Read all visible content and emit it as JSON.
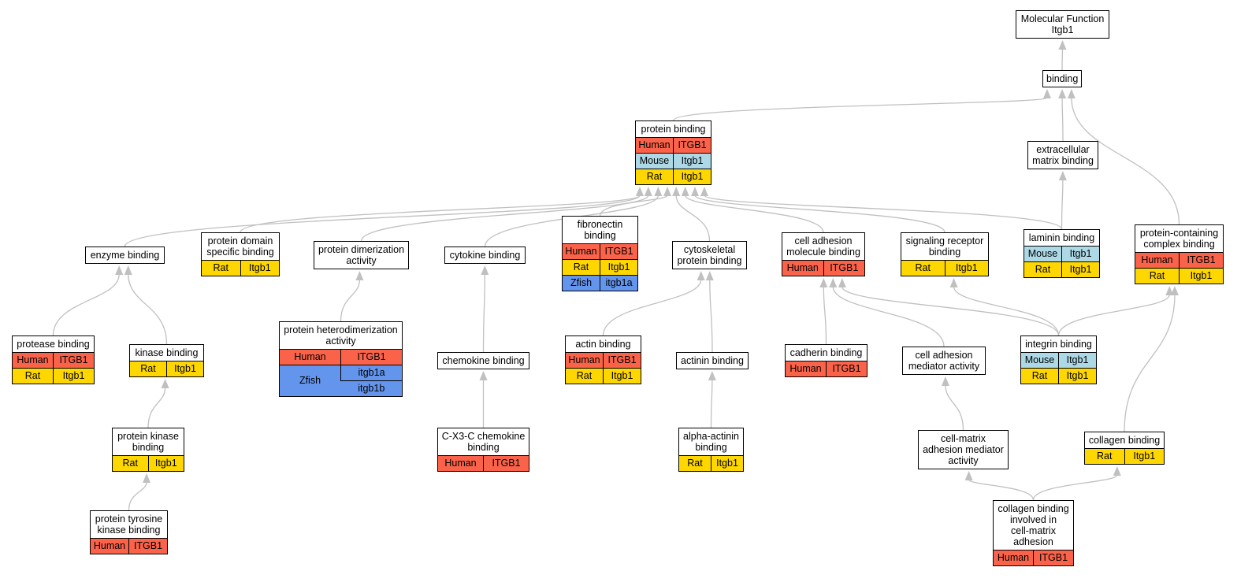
{
  "colors": {
    "Human": "#fa634a",
    "Mouse": "#add8e6",
    "Rat": "#ffd700",
    "Zfish": "#6495ed",
    "edge": "#c0c0c0"
  },
  "nodes": [
    {
      "id": "mf",
      "title": "Molecular Function\nItgb1",
      "rows": []
    },
    {
      "id": "binding",
      "title": "binding",
      "rows": []
    },
    {
      "id": "protein_binding",
      "title": "protein binding",
      "rows": [
        [
          "Human",
          "ITGB1"
        ],
        [
          "Mouse",
          "Itgb1"
        ],
        [
          "Rat",
          "Itgb1"
        ]
      ]
    },
    {
      "id": "ecm_binding",
      "title": "extracellular\nmatrix binding",
      "rows": []
    },
    {
      "id": "enzyme_binding",
      "title": "enzyme binding",
      "rows": []
    },
    {
      "id": "pdsb",
      "title": "protein domain\nspecific binding",
      "rows": [
        [
          "Rat",
          "Itgb1"
        ]
      ]
    },
    {
      "id": "pda",
      "title": "protein dimerization\nactivity",
      "rows": []
    },
    {
      "id": "cytokine_binding",
      "title": "cytokine binding",
      "rows": []
    },
    {
      "id": "fibronectin",
      "title": "fibronectin\nbinding",
      "rows": [
        [
          "Human",
          "ITGB1"
        ],
        [
          "Rat",
          "Itgb1"
        ],
        [
          "Zfish",
          "itgb1a"
        ]
      ]
    },
    {
      "id": "cytoskeletal",
      "title": "cytoskeletal\nprotein binding",
      "rows": []
    },
    {
      "id": "cam_binding",
      "title": "cell adhesion\nmolecule binding",
      "rows": [
        [
          "Human",
          "ITGB1"
        ]
      ]
    },
    {
      "id": "srb",
      "title": "signaling receptor\nbinding",
      "rows": [
        [
          "Rat",
          "Itgb1"
        ]
      ]
    },
    {
      "id": "laminin",
      "title": "laminin binding",
      "rows": [
        [
          "Mouse",
          "Itgb1"
        ],
        [
          "Rat",
          "Itgb1"
        ]
      ]
    },
    {
      "id": "pccb",
      "title": "protein-containing\ncomplex binding",
      "rows": [
        [
          "Human",
          "ITGB1"
        ],
        [
          "Rat",
          "Itgb1"
        ]
      ]
    },
    {
      "id": "protease",
      "title": "protease binding",
      "rows": [
        [
          "Human",
          "ITGB1"
        ],
        [
          "Rat",
          "Itgb1"
        ]
      ]
    },
    {
      "id": "kinase",
      "title": "kinase binding",
      "rows": [
        [
          "Rat",
          "Itgb1"
        ]
      ]
    },
    {
      "id": "phda",
      "title": "protein heterodimerization\nactivity",
      "rows": [
        [
          "Human",
          "ITGB1"
        ],
        [
          "Zfish",
          "itgb1a",
          "itgb1b"
        ]
      ]
    },
    {
      "id": "chemokine",
      "title": "chemokine binding",
      "rows": []
    },
    {
      "id": "actin",
      "title": "actin binding",
      "rows": [
        [
          "Human",
          "ITGB1"
        ],
        [
          "Rat",
          "Itgb1"
        ]
      ]
    },
    {
      "id": "actinin",
      "title": "actinin binding",
      "rows": []
    },
    {
      "id": "cadherin",
      "title": "cadherin binding",
      "rows": [
        [
          "Human",
          "ITGB1"
        ]
      ]
    },
    {
      "id": "cama",
      "title": "cell adhesion\nmediator activity",
      "rows": []
    },
    {
      "id": "integrin",
      "title": "integrin binding",
      "rows": [
        [
          "Mouse",
          "Itgb1"
        ],
        [
          "Rat",
          "Itgb1"
        ]
      ]
    },
    {
      "id": "pkb",
      "title": "protein kinase\nbinding",
      "rows": [
        [
          "Rat",
          "Itgb1"
        ]
      ]
    },
    {
      "id": "cx3c",
      "title": "C-X3-C chemokine\nbinding",
      "rows": [
        [
          "Human",
          "ITGB1"
        ]
      ]
    },
    {
      "id": "alpha_actinin",
      "title": "alpha-actinin\nbinding",
      "rows": [
        [
          "Rat",
          "Itgb1"
        ]
      ]
    },
    {
      "id": "cmama",
      "title": "cell-matrix\nadhesion mediator\nactivity",
      "rows": []
    },
    {
      "id": "collagen",
      "title": "collagen binding",
      "rows": [
        [
          "Rat",
          "Itgb1"
        ]
      ]
    },
    {
      "id": "ptkb",
      "title": "protein tyrosine\nkinase binding",
      "rows": [
        [
          "Human",
          "ITGB1"
        ]
      ]
    },
    {
      "id": "cbicma",
      "title": "collagen binding\ninvolved in\ncell-matrix\nadhesion",
      "rows": [
        [
          "Human",
          "ITGB1"
        ]
      ]
    }
  ],
  "edges": [
    [
      "binding",
      "mf"
    ],
    [
      "protein_binding",
      "binding"
    ],
    [
      "ecm_binding",
      "binding"
    ],
    [
      "pccb",
      "binding"
    ],
    [
      "laminin",
      "ecm_binding"
    ],
    [
      "enzyme_binding",
      "protein_binding"
    ],
    [
      "pdsb",
      "protein_binding"
    ],
    [
      "pda",
      "protein_binding"
    ],
    [
      "cytokine_binding",
      "protein_binding"
    ],
    [
      "fibronectin",
      "protein_binding"
    ],
    [
      "cytoskeletal",
      "protein_binding"
    ],
    [
      "cam_binding",
      "protein_binding"
    ],
    [
      "srb",
      "protein_binding"
    ],
    [
      "laminin",
      "protein_binding"
    ],
    [
      "protease",
      "enzyme_binding"
    ],
    [
      "kinase",
      "enzyme_binding"
    ],
    [
      "pkb",
      "kinase"
    ],
    [
      "ptkb",
      "pkb"
    ],
    [
      "phda",
      "pda"
    ],
    [
      "chemokine",
      "cytokine_binding"
    ],
    [
      "cx3c",
      "chemokine"
    ],
    [
      "actin",
      "cytoskeletal"
    ],
    [
      "actinin",
      "cytoskeletal"
    ],
    [
      "alpha_actinin",
      "actinin"
    ],
    [
      "cadherin",
      "cam_binding"
    ],
    [
      "cama",
      "cam_binding"
    ],
    [
      "integrin",
      "cam_binding"
    ],
    [
      "integrin",
      "srb"
    ],
    [
      "integrin",
      "pccb"
    ],
    [
      "cmama",
      "cama"
    ],
    [
      "collagen",
      "pccb"
    ],
    [
      "cbicma",
      "cmama"
    ],
    [
      "cbicma",
      "collagen"
    ]
  ]
}
